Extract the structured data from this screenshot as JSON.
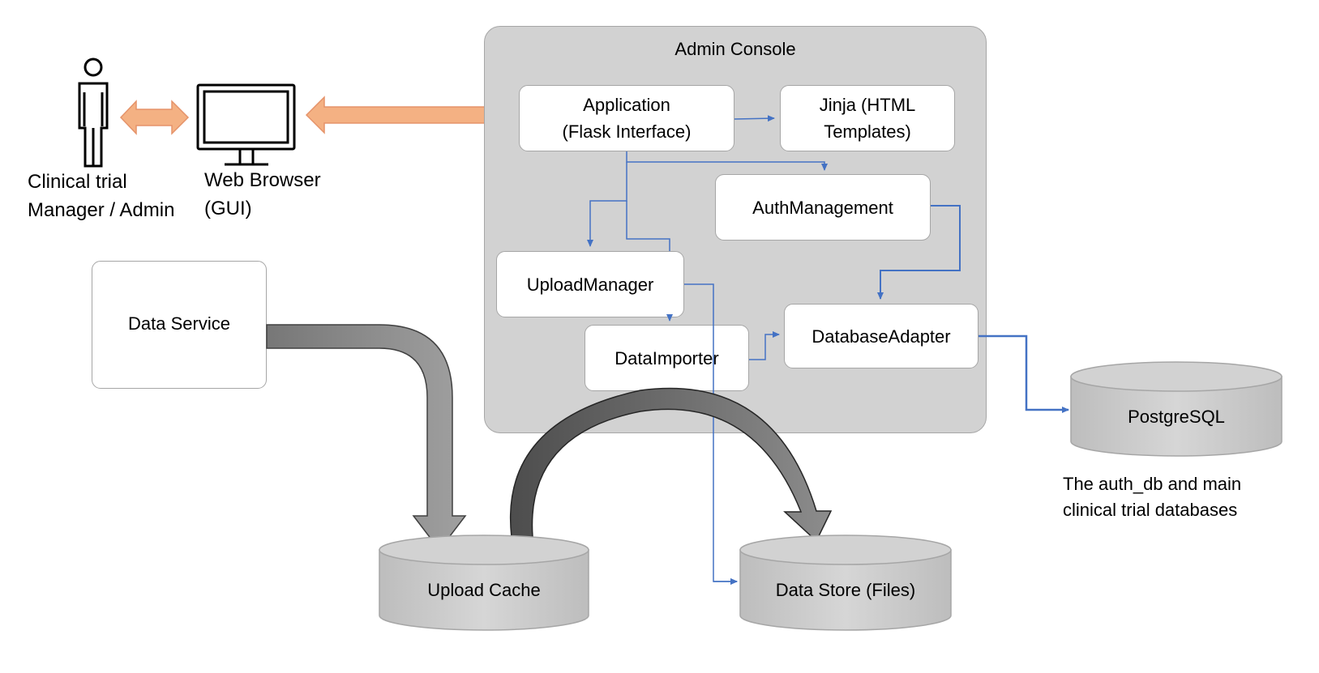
{
  "actors": {
    "user": {
      "label_line1": "Clinical trial",
      "label_line2": "Manager / Admin",
      "icon": "person-icon"
    },
    "browser": {
      "label_line1": "Web Browser",
      "label_line2": "(GUI)",
      "icon": "monitor-icon"
    }
  },
  "console": {
    "title": "Admin Console"
  },
  "components": {
    "application": {
      "line1": "Application",
      "line2": "(Flask Interface)"
    },
    "jinja": {
      "line1": "Jinja (HTML",
      "line2": "Templates)"
    },
    "auth": {
      "label": "AuthManagement"
    },
    "upload_manager": {
      "label": "UploadManager"
    },
    "data_importer": {
      "label": "DataImporter"
    },
    "database_adapter": {
      "label": "DatabaseAdapter"
    },
    "data_service": {
      "label": "Data Service"
    }
  },
  "databases": {
    "postgres": {
      "label": "PostgreSQL"
    },
    "upload_cache": {
      "label": "Upload Cache"
    },
    "data_store": {
      "label": "Data Store (Files)"
    }
  },
  "notes": {
    "postgres_line1": "The auth_db and main",
    "postgres_line2": "clinical trial databases"
  },
  "colors": {
    "connector": "#4472c4",
    "bidirectional": "#f4b183",
    "bidirectional_stroke": "#e5936a",
    "flow_arrow": "#7f7f7f",
    "console_fill": "#d2d2d2"
  }
}
